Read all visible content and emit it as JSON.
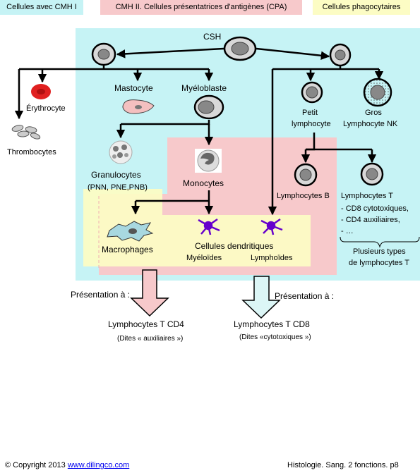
{
  "legend": {
    "cmh1": "Cellules avec CMH I",
    "cmh2": "CMH II. Cellules présentatrices d'antigènes (CPA)",
    "phago": "Cellules phagocytaires"
  },
  "colors": {
    "cyan": "#c6f3f5",
    "pink": "#f7c9cb",
    "yellow": "#fcfcc4",
    "arrow_pink": "#f7c9cb",
    "arrow_cyan": "#dcf6f6",
    "dendritic": "#6600cc",
    "erythrocyte": "#e02020"
  },
  "labels": {
    "csh": "CSH",
    "erythrocyte": "Érythrocyte",
    "thrombocytes": "Thrombocytes",
    "mastocyte": "Mastocyte",
    "myeloblaste": "Myéloblaste",
    "petit_lymphocyte_1": "Petit",
    "petit_lymphocyte_2": "lymphocyte",
    "gros_lymphocyte_1": "Gros",
    "gros_lymphocyte_2": "Lymphocyte NK",
    "granulocytes": "Granulocytes",
    "granulocytes_types": "(PNN, PNE,PNB)",
    "monocytes": "Monocytes",
    "lymphocytes_b": "Lymphocytes B",
    "lymphocytes_t_title": "Lymphocytes T",
    "lymphocytes_t_items": [
      "- CD8 cytotoxiques,",
      "- CD4 auxiliaires,",
      "- …"
    ],
    "plusieurs_types_1": "Plusieurs types",
    "plusieurs_types_2": "de lymphocytes T",
    "macrophages": "Macrophages",
    "cellules_dendritiques": "Cellules dendritiques",
    "myeloides": "Myéloïdes",
    "lymphoides": "Lymphoïdes",
    "presentation_left": "Présentation à :",
    "presentation_right": "Présentation à :",
    "cd4_title": "Lymphocytes T CD4",
    "cd4_sub": "(Dites « auxiliaires »)",
    "cd8_title": "Lymphocytes T CD8",
    "cd8_sub": "(Dites «cytotoxiques »)"
  },
  "footer": {
    "copyright": "© Copyright 2013",
    "link": "www.dilingco.com",
    "right": "Histologie. Sang. 2 fonctions.  p8"
  }
}
